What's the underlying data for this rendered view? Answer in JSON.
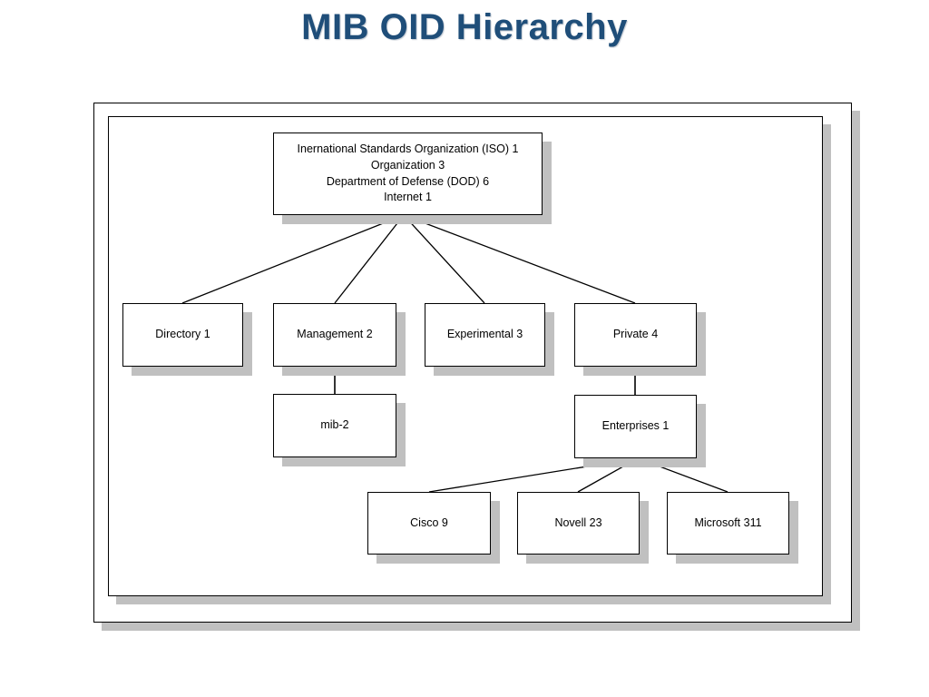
{
  "slide": {
    "title": "MIB OID Hierarchy",
    "title_color": "#1F4E79"
  },
  "diagram": {
    "type": "tree",
    "background": "#FFFFFF",
    "node_fill": "#FFFFFF",
    "node_border": "#000000",
    "shadow_color": "#C0C0C0",
    "connector_color": "#000000",
    "nodes": {
      "root": {
        "lines": [
          "Inernational Standards Organization (ISO) 1",
          "Organization 3",
          "Department of Defense (DOD) 6",
          "Internet 1"
        ]
      },
      "directory": {
        "label": "Directory 1"
      },
      "management": {
        "label": "Management 2"
      },
      "experimental": {
        "label": "Experimental 3"
      },
      "private": {
        "label": "Private 4"
      },
      "mib2": {
        "label": "mib-2"
      },
      "enterprises": {
        "label": "Enterprises 1"
      },
      "cisco": {
        "label": "Cisco 9"
      },
      "novell": {
        "label": "Novell 23"
      },
      "microsoft": {
        "label": "Microsoft 311"
      }
    },
    "edges": [
      {
        "from": "root",
        "to": "directory"
      },
      {
        "from": "root",
        "to": "management"
      },
      {
        "from": "root",
        "to": "experimental"
      },
      {
        "from": "root",
        "to": "private"
      },
      {
        "from": "management",
        "to": "mib2"
      },
      {
        "from": "private",
        "to": "enterprises"
      },
      {
        "from": "enterprises",
        "to": "cisco"
      },
      {
        "from": "enterprises",
        "to": "novell"
      },
      {
        "from": "enterprises",
        "to": "microsoft"
      }
    ]
  }
}
